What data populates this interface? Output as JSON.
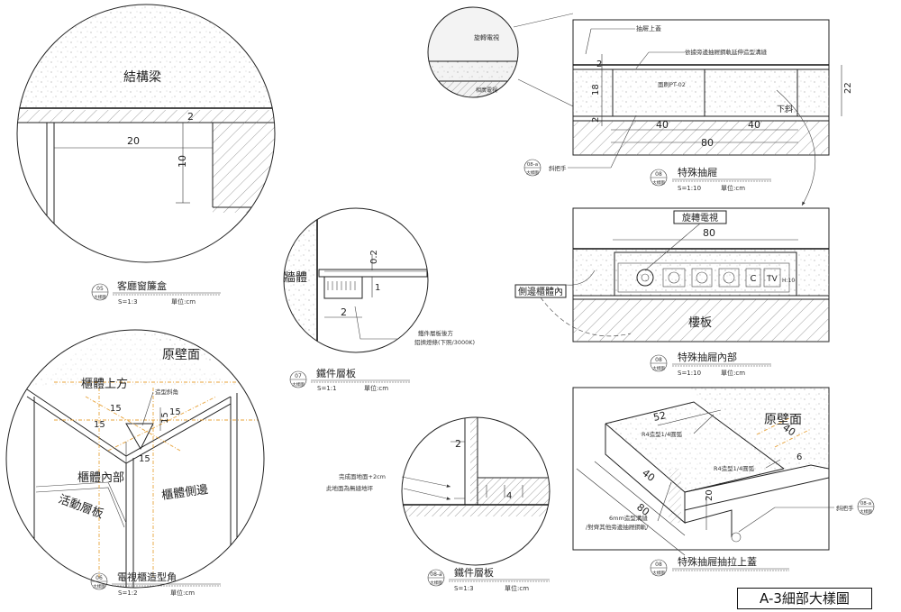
{
  "sheet_title": "A-3細部大樣圖",
  "details": {
    "d05": {
      "code": "05",
      "sub": "大樣圖",
      "name": "客廳窗簾盒",
      "scale": "S=1:3",
      "unit": "單位:cm",
      "labels": {
        "beam": "結構梁",
        "d_top": "2",
        "d_width": "20",
        "d_height": "10"
      }
    },
    "d07": {
      "code": "07",
      "sub": "大樣圖",
      "name": "鐵件層板",
      "scale": "S=1:1",
      "unit": "單位:cm",
      "labels": {
        "wall": "牆體",
        "d_thk": "0.2",
        "d_one": "1",
        "d_two": "2",
        "note1": "鐵件層板後方",
        "note2": "鋁擠燈條(下照/3000K)"
      }
    },
    "d06": {
      "code": "06",
      "sub": "大樣圖",
      "name": "電視櫃造型角",
      "scale": "S=1:2",
      "unit": "單位:cm",
      "labels": {
        "wall_face": "原壁面",
        "cab_top": "櫃體上方",
        "bevel": "造型斜角",
        "cab_inner": "櫃體內部",
        "cab_side": "櫃體側邊",
        "shelf": "活動層板",
        "d15a": "15",
        "d15b": "15",
        "d15c": "15",
        "d15d": "15",
        "d15e": "15"
      }
    },
    "d08a": {
      "code": "08-a",
      "sub": "大樣圖",
      "name": "鐵件層板",
      "scale": "S=1:3",
      "unit": "單位:cm",
      "labels": {
        "d_two": "2",
        "d_four": "4",
        "note1": "完成面地面+2cm",
        "note2": "此地面為無縫地坪"
      }
    },
    "d08": {
      "code": "08",
      "sub": "大樣圖",
      "name": "特殊抽屜",
      "scale": "S=1:10",
      "unit": "單位:cm",
      "labels": {
        "inset_top": "旋轉電視",
        "inset_bottom": "相廣電視",
        "top_cover": "抽屜上蓋",
        "note": "依據旁邊抽屜鋼軌延伸造型溝縫",
        "paint": "面刷PT-02",
        "slope": "下斜",
        "d2a": "2",
        "d18": "18",
        "d2b": "2",
        "d22": "22",
        "d40a": "40",
        "d40b": "40",
        "d80": "80",
        "handle_tag": "08-a",
        "handle_sub": "大樣圖",
        "handle": "斜把手"
      }
    },
    "d08b": {
      "code": "08",
      "sub": "大樣圖",
      "name": "特殊抽屜內部",
      "scale": "S=1:10",
      "unit": "單位:cm",
      "labels": {
        "tv": "旋轉電視",
        "d80": "80",
        "side": "側邊櫃體內",
        "floor": "樓板",
        "h10": "H:10"
      }
    },
    "d08c": {
      "code": "08",
      "sub": "大樣圖",
      "name": "特殊抽屜抽拉上蓋",
      "labels": {
        "wall_face": "原壁面",
        "d52": "52",
        "d40a": "40",
        "d40b": "40",
        "d80": "80",
        "d20": "20",
        "d6": "6",
        "r4a": "R4造型1/4圓弧",
        "r4b": "R4造型1/4圓弧",
        "groove1": "6mm造型溝縫",
        "groove2": "/對齊其他旁邊抽屜鋼軌/",
        "handle_tag": "08-a",
        "handle_sub": "大樣圖",
        "handle": "斜把手"
      }
    }
  }
}
